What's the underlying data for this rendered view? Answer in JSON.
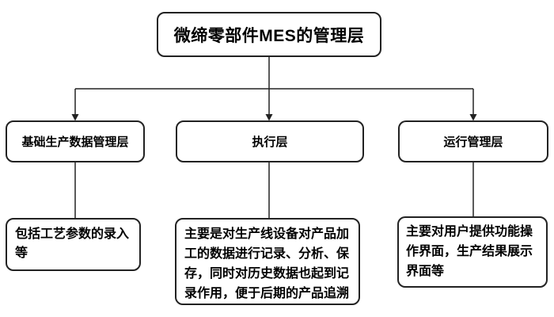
{
  "diagram": {
    "type": "flowchart",
    "background_color": "#ffffff",
    "line_color": "#222222",
    "box_border_color": "#222222",
    "box_fill_color": "#ffffff",
    "text_color": "#000000",
    "root": {
      "label": "微缔零部件MES的管理层"
    },
    "branches": [
      {
        "label": "基础生产数据管理层",
        "description": "包括工艺参数的录入等"
      },
      {
        "label": "执行层",
        "description": "主要是对生产线设备对产品加工的数据进行记录、分析、保存，同时对历史数据也起到记录作用，便于后期的产品追溯"
      },
      {
        "label": "运行管理层",
        "description": "主要对用户提供功能操作界面，生产结果展示界面等"
      }
    ]
  }
}
